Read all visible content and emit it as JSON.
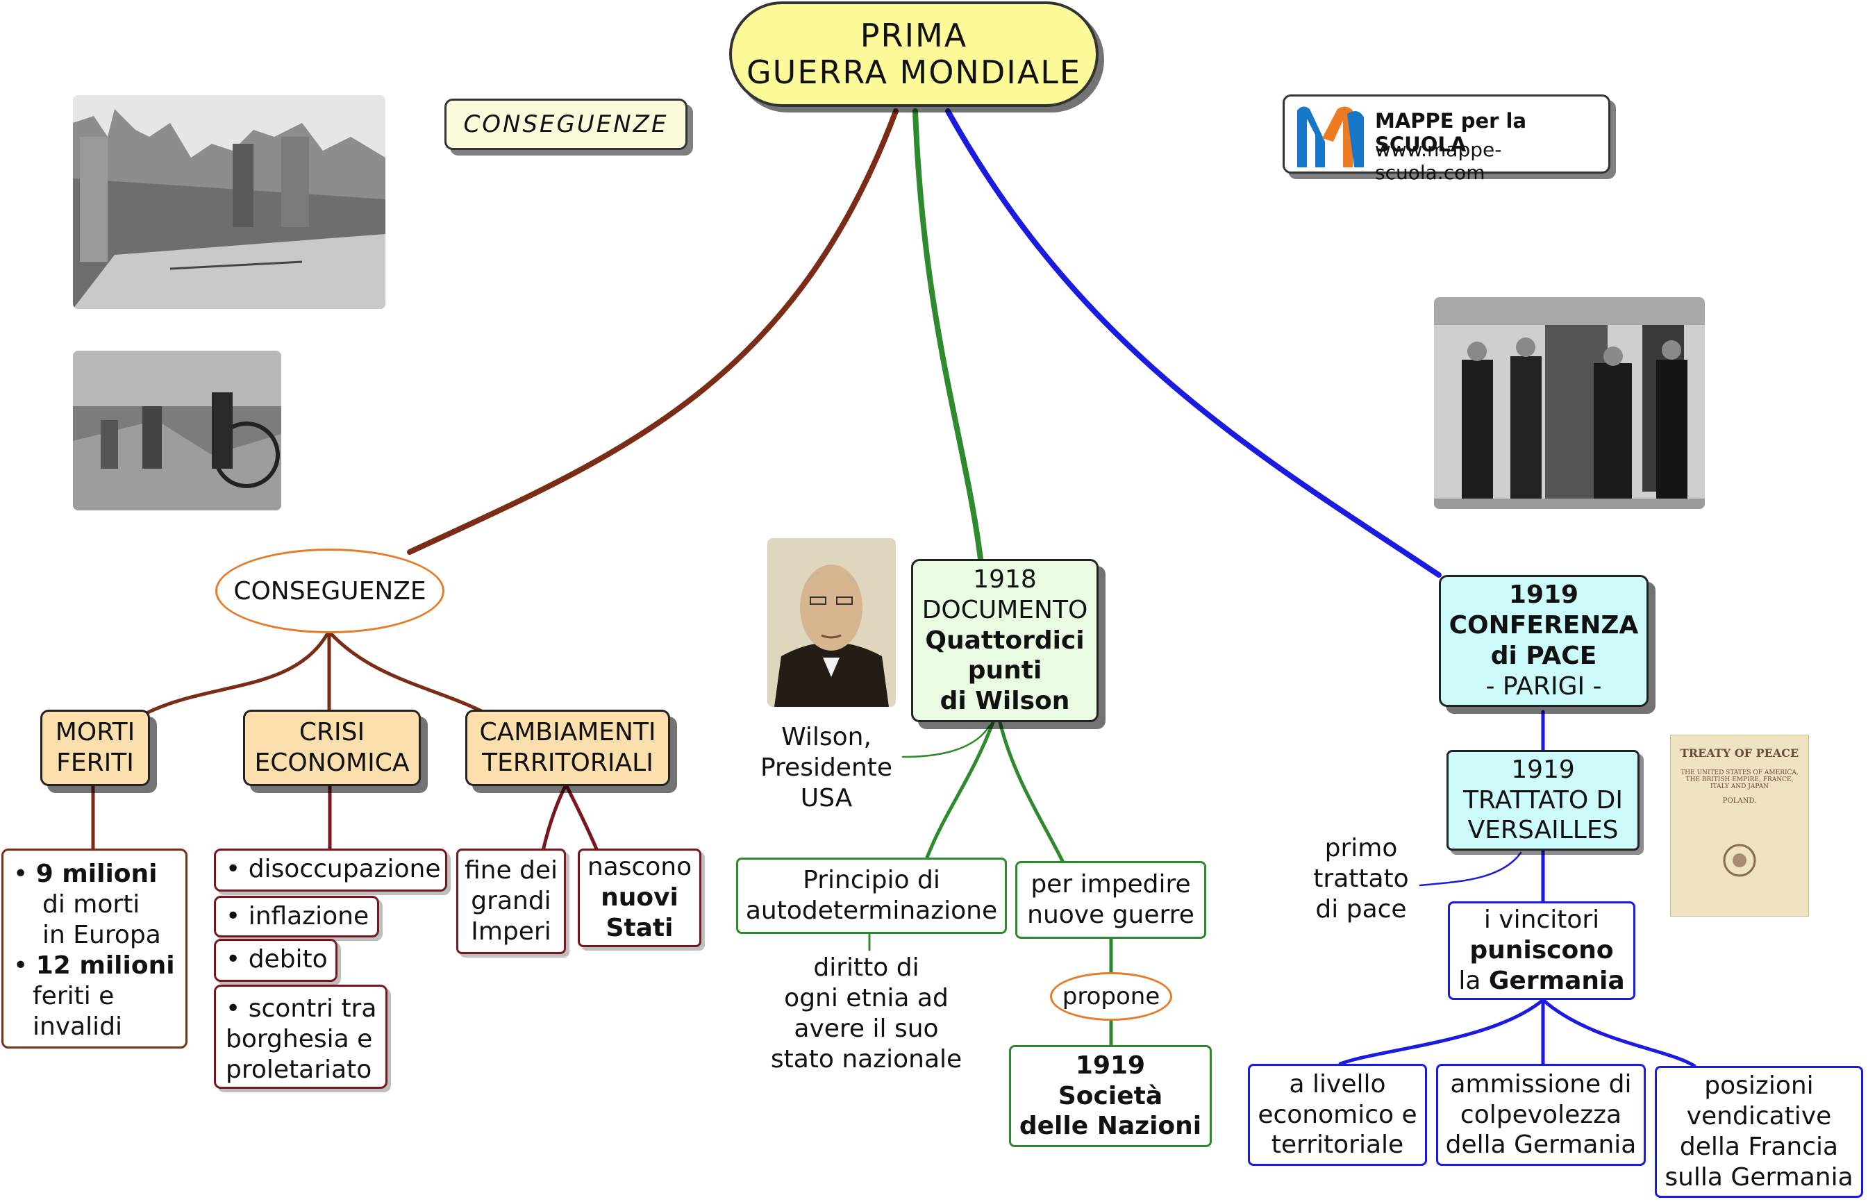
{
  "title": {
    "line1": "PRIMA",
    "line2": "GUERRA MONDIALE"
  },
  "header_tag": "CONSEGUENZE",
  "logo": {
    "name": "MAPPE per la SCUOLA",
    "url": "www.mappe-scuola.com"
  },
  "left": {
    "hub": "CONSEGUENZE",
    "cat_morti": {
      "l1": "MORTI",
      "l2": "FERITI"
    },
    "cat_crisi": {
      "l1": "CRISI",
      "l2": "ECONOMICA"
    },
    "cat_cambi": {
      "l1": "CAMBIAMENTI",
      "l2": "TERRITORIALI"
    },
    "morti": {
      "b1_bold": "9 milioni",
      "b1_a": "di morti",
      "b1_b": "in Europa",
      "b2_bold": "12 milioni",
      "b2_a": "feriti e",
      "b2_b": "invalidi"
    },
    "crisi_items": [
      "disoccupazione",
      "inflazione",
      "debito"
    ],
    "scontri": {
      "l1": "scontri tra",
      "l2": "borghesia e",
      "l3": "proletariato"
    },
    "imperi": {
      "l1": "fine dei",
      "l2": "grandi",
      "l3": "Imperi"
    },
    "stati": {
      "l1": "nascono",
      "l2": "nuovi",
      "l3": "Stati"
    }
  },
  "center": {
    "doc": {
      "l1": "1918",
      "l2": "DOCUMENTO",
      "l3": "Quattordici",
      "l4": "punti",
      "l5": "di Wilson"
    },
    "wilson_caption": {
      "l1": "Wilson,",
      "l2": "Presidente",
      "l3": "USA"
    },
    "principio": {
      "l1": "Principio di",
      "l2": "autodeterminazione"
    },
    "diritto": {
      "l1": "diritto di",
      "l2": "ogni etnia ad",
      "l3": "avere il suo",
      "l4": "stato nazionale"
    },
    "impedire": {
      "l1": "per impedire",
      "l2": "nuove guerre"
    },
    "propone": "propone",
    "societa": {
      "l1": "1919",
      "l2": "Società",
      "l3": "delle Nazioni"
    }
  },
  "right": {
    "conf": {
      "l1": "1919",
      "l2": "CONFERENZA",
      "l3": "di PACE",
      "l4": "- PARIGI -"
    },
    "trattato": {
      "l1": "1919",
      "l2": "TRATTATO DI",
      "l3": "VERSAILLES"
    },
    "primo": {
      "l1": "primo",
      "l2": "trattato",
      "l3": "di pace"
    },
    "vincitori": {
      "l1": "i vincitori",
      "l2": "puniscono",
      "l3a": "la ",
      "l3b": "Germania"
    },
    "livello": {
      "l1": "a livello",
      "l2": "economico e",
      "l3": "territoriale"
    },
    "ammissione": {
      "l1": "ammissione di",
      "l2": "colpevolezza",
      "l3": "della Germania"
    },
    "posizioni": {
      "l1": "posizioni",
      "l2": "vendicative",
      "l3": "della Francia",
      "l4": "sulla Germania"
    },
    "treaty_doc": {
      "t1": "TREATY OF PEACE",
      "t2": "THE UNITED STATES OF AMERICA,",
      "t3": "THE BRITISH EMPIRE, FRANCE,",
      "t4": "ITALY AND JAPAN",
      "t5": "POLAND."
    }
  },
  "colors": {
    "brown": "#7a2c16",
    "green": "#2d8a2d",
    "blue": "#1a1ae0",
    "title_fill": "#fdfa9a",
    "cat_fill": "#fbe0ad",
    "doc_fill": "#e9fbe3",
    "conf_fill": "#cdfbfb"
  }
}
